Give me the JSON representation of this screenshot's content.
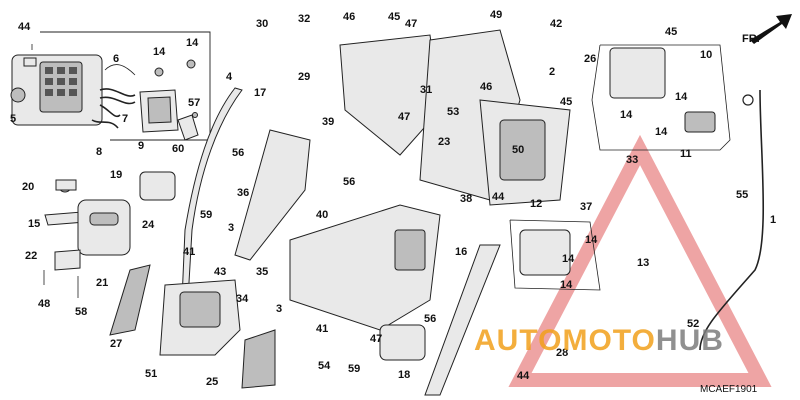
{
  "callouts": [
    "44",
    "5",
    "6",
    "14",
    "14",
    "4",
    "17",
    "30",
    "32",
    "29",
    "46",
    "45",
    "47",
    "49",
    "42",
    "26",
    "2",
    "31",
    "53",
    "23",
    "39",
    "46",
    "47",
    "45",
    "10",
    "45",
    "14",
    "14",
    "14",
    "11",
    "57",
    "7",
    "8",
    "9",
    "60",
    "56",
    "36",
    "56",
    "40",
    "19",
    "20",
    "15",
    "24",
    "22",
    "48",
    "21",
    "58",
    "59",
    "3",
    "41",
    "43",
    "35",
    "37",
    "50",
    "38",
    "44",
    "12",
    "33",
    "55",
    "1",
    "16",
    "14",
    "14",
    "14",
    "13",
    "34",
    "27",
    "51",
    "25",
    "3",
    "41",
    "54",
    "59",
    "56",
    "47",
    "18",
    "52",
    "28",
    "44"
  ],
  "doc_code": "MCAEF1901",
  "direction_label": "FR.",
  "watermark": {
    "part1": "AUTO",
    "part2": "MOTO",
    "part3": "HUB"
  },
  "colors": {
    "watermark_red": "#e05a5a",
    "watermark_orange": "#f2a01c",
    "watermark_gray": "#7d7d7d"
  }
}
